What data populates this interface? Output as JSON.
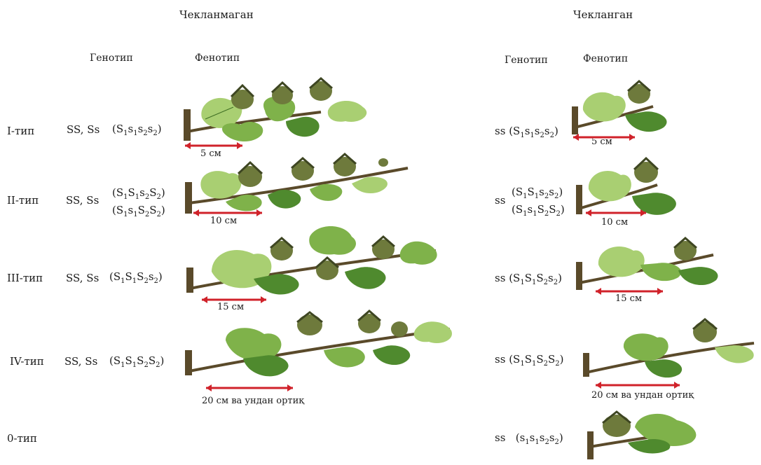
{
  "columns": {
    "left": {
      "title": "Чекланмаган",
      "genotype_header": "Генотип",
      "phenotype_header": "Фенотип"
    },
    "right": {
      "title": "Чекланган",
      "genotype_header": "Генотип",
      "phenotype_header": "Фенотип"
    }
  },
  "rows": [
    {
      "type": "I-тип",
      "left_genotype": "SS, Ss",
      "left_formula": [
        [
          [
            "S",
            "1"
          ],
          [
            "s",
            "1"
          ],
          [
            "s",
            "2"
          ],
          [
            "s",
            "2"
          ]
        ]
      ],
      "left_measure": "5 см",
      "right_prefix": "ss",
      "right_formula": [
        [
          [
            "S",
            "1"
          ],
          [
            "s",
            "1"
          ],
          [
            "s",
            "2"
          ],
          [
            "s",
            "2"
          ]
        ]
      ],
      "right_measure": "5 см"
    },
    {
      "type": "II-тип",
      "left_genotype": "SS, Ss",
      "left_formula": [
        [
          [
            "S",
            "1"
          ],
          [
            "S",
            "1"
          ],
          [
            "s",
            "2"
          ],
          [
            "S",
            "2"
          ]
        ],
        [
          [
            "S",
            "1"
          ],
          [
            "s",
            "1"
          ],
          [
            "S",
            "2"
          ],
          [
            "S",
            "2"
          ]
        ]
      ],
      "left_measure": "10 см",
      "right_prefix": "ss",
      "right_formula": [
        [
          [
            "S",
            "1"
          ],
          [
            "S",
            "1"
          ],
          [
            "s",
            "2"
          ],
          [
            "s",
            "2"
          ]
        ],
        [
          [
            "S",
            "1"
          ],
          [
            "s",
            "1"
          ],
          [
            "S",
            "2"
          ],
          [
            "S",
            "2"
          ]
        ]
      ],
      "right_measure": "10 см"
    },
    {
      "type": "III-тип",
      "left_genotype": "SS, Ss",
      "left_formula": [
        [
          [
            "S",
            "1"
          ],
          [
            "S",
            "1"
          ],
          [
            "S",
            "2"
          ],
          [
            "s",
            "2"
          ]
        ]
      ],
      "left_measure": "15 см",
      "right_prefix": "ss",
      "right_formula": [
        [
          [
            "S",
            "1"
          ],
          [
            "S",
            "1"
          ],
          [
            "S",
            "2"
          ],
          [
            "s",
            "2"
          ]
        ]
      ],
      "right_measure": "15 см"
    },
    {
      "type": "IV-тип",
      "left_genotype": "SS, Ss",
      "left_formula": [
        [
          [
            "S",
            "1"
          ],
          [
            "S",
            "1"
          ],
          [
            "S",
            "2"
          ],
          [
            "S",
            "2"
          ]
        ]
      ],
      "left_measure": "20 см ва ундан ортиқ",
      "right_prefix": "ss",
      "right_formula": [
        [
          [
            "S",
            "1"
          ],
          [
            "S",
            "1"
          ],
          [
            "S",
            "2"
          ],
          [
            "S",
            "2"
          ]
        ]
      ],
      "right_measure": "20 см ва ундан ортиқ"
    },
    {
      "type": "0-тип",
      "right_prefix": "ss",
      "right_formula": [
        [
          [
            "s",
            "1"
          ],
          [
            "s",
            "1"
          ],
          [
            "s",
            "2"
          ],
          [
            "s",
            "2"
          ]
        ]
      ]
    }
  ],
  "colors": {
    "leaf": "#7fb24a",
    "leaf_light": "#a9cf72",
    "leaf_dark": "#4f8a2e",
    "vein": "#3f6f24",
    "stem": "#5a4a2a",
    "boll": "#6e7a3c",
    "boll_dark": "#3e4622",
    "measure_bar": "#d0222a"
  }
}
